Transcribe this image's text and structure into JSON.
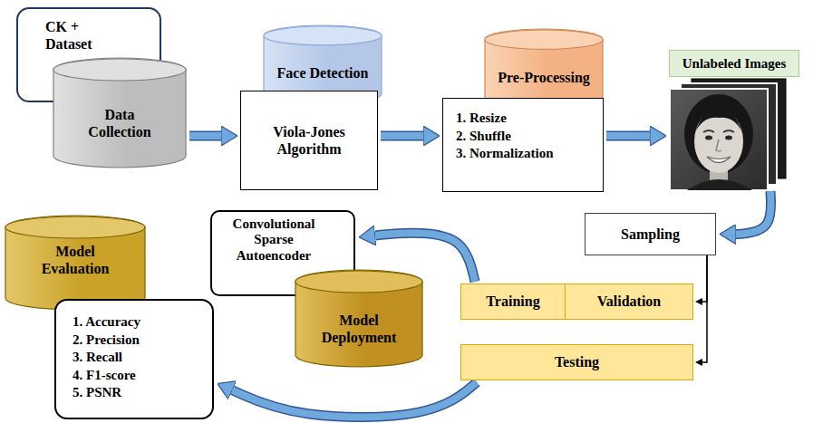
{
  "diagram": {
    "nodes": [
      {
        "text": [
          "CK + Dataset"
        ]
      },
      {
        "text": [
          "Data Collection"
        ]
      },
      {
        "text": [
          "Face Detection"
        ]
      },
      {
        "text": [
          "Viola-Jones Algorithm"
        ]
      },
      {
        "text": [
          "Pre-Processing"
        ]
      },
      {
        "text": [
          "1. Resize",
          "2. Shuffle",
          "3. Normalization"
        ]
      },
      {
        "text": [
          "Unlabeled Images"
        ]
      },
      {
        "text": [
          "Sampling"
        ]
      },
      {
        "text": [
          "Convolutional Sparse Autoencoder"
        ]
      },
      {
        "text": [
          "Model Deployment"
        ]
      },
      {
        "text": [
          "Training"
        ]
      },
      {
        "text": [
          "Validation"
        ]
      },
      {
        "text": [
          "Model Evaluation"
        ]
      },
      {
        "text": [
          "1. Accuracy",
          "2. Precision",
          "3. Recall",
          "4. F1-score",
          "5. PSNR"
        ]
      },
      {
        "text": [
          "Testing"
        ]
      }
    ],
    "edges": [
      {
        "from": 1,
        "to": 3,
        "arrow": "to"
      },
      {
        "from": 3,
        "to": 5,
        "arrow": "to"
      },
      {
        "from": 5,
        "to": 6,
        "arrow": "to"
      },
      {
        "from": 6,
        "to": 7,
        "arrow": "to"
      },
      {
        "from": 7,
        "to": 11,
        "arrow": "to"
      },
      {
        "from": 7,
        "to": 14,
        "arrow": "to"
      },
      {
        "from": 10,
        "to": 8,
        "arrow": "to"
      },
      {
        "from": 14,
        "to": 13,
        "arrow": "to"
      }
    ]
  }
}
